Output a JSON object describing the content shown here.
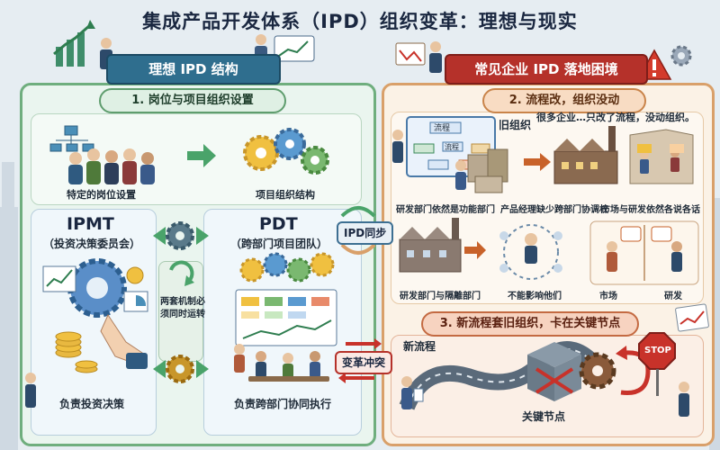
{
  "title": "集成产品开发体系（IPD）组织变革：理想与现实",
  "left_panel": {
    "ribbon": "理想 IPD 结构",
    "subheading": "1. 岗位与项目组织设置",
    "label_positions": "特定的岗位设置",
    "label_project_org": "项目组织结构",
    "ipmt_title": "IPMT",
    "ipmt_subtitle": "（投资决策委员会）",
    "pdt_title": "PDT",
    "pdt_subtitle": "（跨部门项目团队）",
    "middle_note_line1": "两套机制必",
    "middle_note_line2": "须同时运转",
    "ipmt_caption": "负责投资决策",
    "pdt_caption": "负责跨部门协同执行"
  },
  "right_panel": {
    "ribbon": "常见企业 IPD 落地困境",
    "subheading_1": "2. 流程改，组织没动",
    "old_org_label": "旧组织",
    "quote": "很多企业…只改了流程，没动组织。",
    "flow_box_label": "流程",
    "flow_box_label_2": "流程",
    "caption_rd_functional": "研发部门依然是功能部门",
    "caption_pm_lack": "产品经理缺少跨部门协调权",
    "caption_market_rd": "市场与研发依然各说各话",
    "caption_rd_silo": "研发部门与隔離部门",
    "caption_no_influence": "不能影响他们",
    "caption_market": "市场",
    "caption_rd": "研发",
    "subheading_2": "3. 新流程套旧组织，卡在关键节点",
    "new_process_label": "新流程",
    "key_node_label": "关键节点",
    "stop_sign": "STOP"
  },
  "connectors": {
    "ipd_sync": "IPD同步",
    "reform_conflict": "变革冲突"
  },
  "colors": {
    "ideal_green": "#6fae7e",
    "reality_orange": "#d9a06a",
    "ribbon_blue": "#2f6e8e",
    "ribbon_red": "#b5312a",
    "stop_red": "#c8322a"
  }
}
